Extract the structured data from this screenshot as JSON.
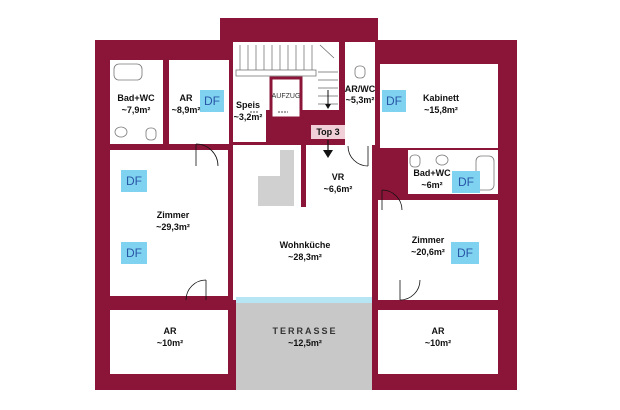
{
  "colors": {
    "wall": "#8b1538",
    "floor": "#ffffff",
    "df": "#7fd3f0",
    "terrace": "#c8c8c8",
    "stair_core": "#d0d0d0",
    "entry_tag": "#f0cfd8",
    "glass": "#b6e6f4"
  },
  "rooms": [
    {
      "name": "Bad+WC",
      "area": "~7,9m²"
    },
    {
      "name": "AR",
      "area": "~8,9m²"
    },
    {
      "name": "Speis",
      "area": "~3,2m²"
    },
    {
      "name": "AR/WC",
      "area": "~5,3m²"
    },
    {
      "name": "Kabinett",
      "area": "~15,8m²"
    },
    {
      "name": "Zimmer",
      "area": "~29,3m²"
    },
    {
      "name": "VR",
      "area": "~6,6m²"
    },
    {
      "name": "Bad+WC",
      "area": "~6m²"
    },
    {
      "name": "Wohnküche",
      "area": "~28,3m²"
    },
    {
      "name": "Zimmer",
      "area": "~20,6m²"
    },
    {
      "name": "AR",
      "area": "~10m²"
    },
    {
      "name": "TERRASSE",
      "area": "~12,5m²"
    },
    {
      "name": "AR",
      "area": "~10m²"
    }
  ],
  "df_label": "DF",
  "elevator_label": "AUFZUG",
  "entry_label": "Top 3"
}
